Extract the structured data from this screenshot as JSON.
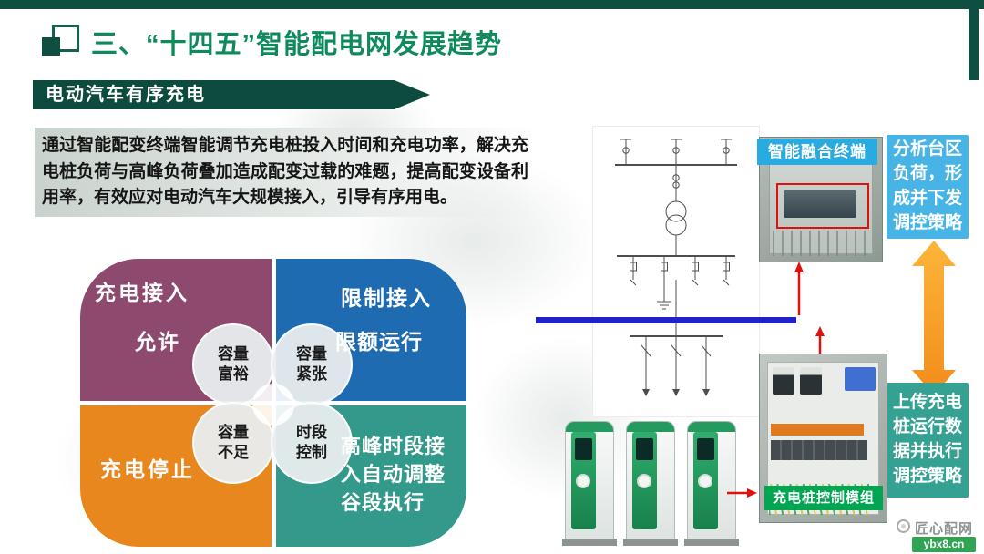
{
  "header": {
    "title": "三、“十四五”智能配电网发展趋势"
  },
  "ribbon": {
    "label": "电动汽车有序充电"
  },
  "intro": {
    "text": "通过智能配变终端智能调节充电桩投入时间和充电功率，解决充电桩负荷与高峰负荷叠加造成配变过载的难题，提高配变设备利用率，有效应对电动汽车大规模接入，引导有序用电。"
  },
  "quadrant": {
    "top_left": {
      "title": "充电接入",
      "subtitle": "允许"
    },
    "top_right": {
      "title": "限制接入",
      "subtitle": "限额运行"
    },
    "bottom_left": {
      "title": "充电停止"
    },
    "bottom_right": {
      "title": "高峰时段接\n入自动调整\n谷段执行"
    },
    "tags": {
      "top_left": "容量\n富裕",
      "top_right": "容量\n紧张",
      "bottom_left": "容量\n不足",
      "bottom_right": "时段\n控制"
    }
  },
  "equipment": {
    "terminal_label": "智能融合终端",
    "module_label": "充电桩控制模组"
  },
  "callouts": {
    "analyze": "分析台区\n负荷，形\n成并下发\n调控策略",
    "upload": "上传充电\n桩运行数\n据并执行\n调控策略"
  },
  "watermark": {
    "name": "匠心配网",
    "site": "ybx8.cn"
  },
  "colors": {
    "dark_green": "#0e4f42",
    "title_green": "#0f8a5a",
    "quadrant_maroon": "#8d4a6e",
    "quadrant_blue": "#1e6bb2",
    "quadrant_orange": "#e8871e",
    "quadrant_teal": "#33998a",
    "label_sky_blue": "#29abe2",
    "callout_blue": "#47b4e5",
    "callout_teal": "#35a193",
    "label_green": "#00a651",
    "arrow_orange": "#f7941d",
    "bus_blue": "#2121c8",
    "annotation_red": "#e01010"
  }
}
